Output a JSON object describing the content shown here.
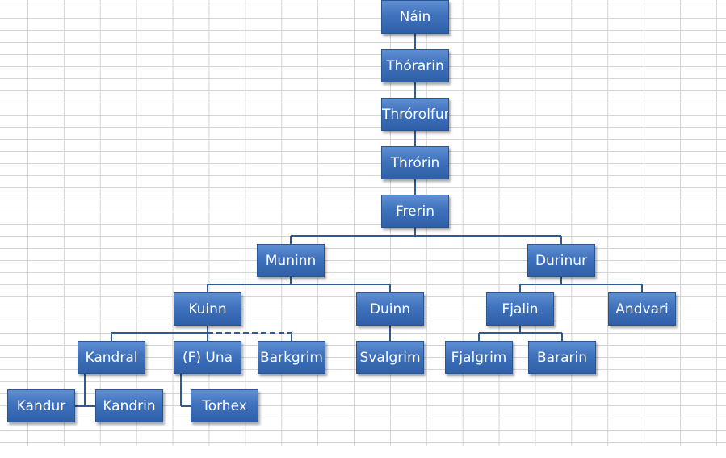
{
  "nodes": [
    {
      "id": "nain",
      "label": "Náin"
    },
    {
      "id": "thorarin",
      "label": "Thórarin"
    },
    {
      "id": "throrolfur",
      "label": "Thrórolfur"
    },
    {
      "id": "throrin",
      "label": "Thrórin"
    },
    {
      "id": "frerin",
      "label": "Frerin"
    },
    {
      "id": "muninn",
      "label": "Muninn"
    },
    {
      "id": "durinur",
      "label": "Durinur"
    },
    {
      "id": "kuinn",
      "label": "Kuinn"
    },
    {
      "id": "duinn",
      "label": "Duinn"
    },
    {
      "id": "fjalin",
      "label": "Fjalin"
    },
    {
      "id": "andvari",
      "label": "Andvari"
    },
    {
      "id": "kandral",
      "label": "Kandral"
    },
    {
      "id": "una",
      "label": "(F) Una"
    },
    {
      "id": "barkgrim",
      "label": "Barkgrim"
    },
    {
      "id": "svalgrim",
      "label": "Svalgrim"
    },
    {
      "id": "fjalgrim",
      "label": "Fjalgrim"
    },
    {
      "id": "bararin",
      "label": "Bararin"
    },
    {
      "id": "kandur",
      "label": "Kandur"
    },
    {
      "id": "kandrin",
      "label": "Kandrin"
    },
    {
      "id": "torhex",
      "label": "Torhex"
    }
  ],
  "colors": {
    "node_fill": "#3f72bd",
    "node_border": "#2a568f",
    "connector": "#2e5b94",
    "grid": "#d4d4d4"
  }
}
